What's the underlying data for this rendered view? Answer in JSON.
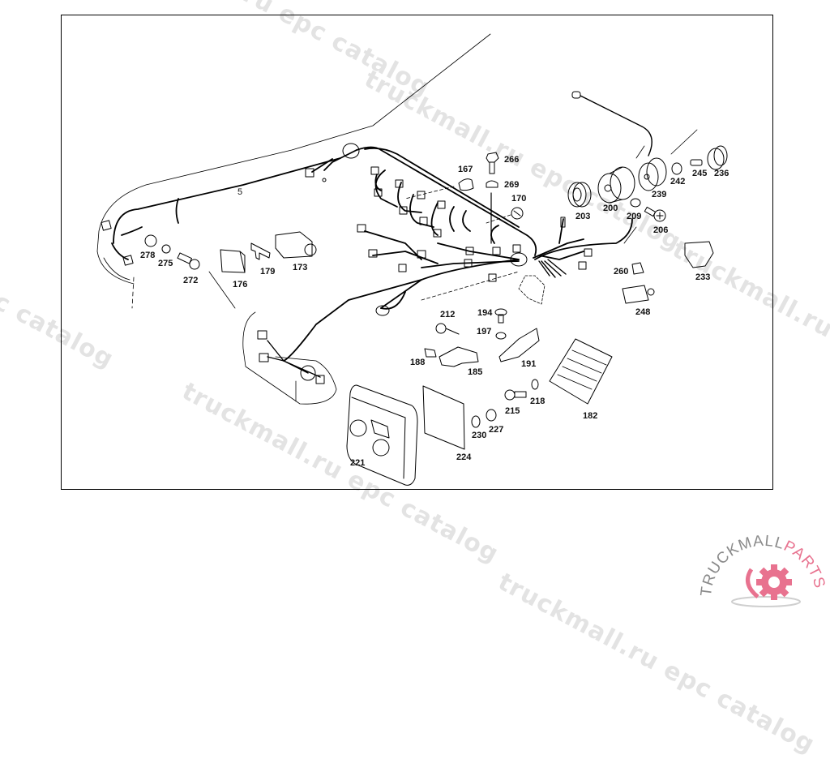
{
  "diagram": {
    "title": "Wiring harness exploded parts diagram",
    "harness_label": "5",
    "parts": [
      {
        "id": "p266",
        "label": "266"
      },
      {
        "id": "p167",
        "label": "167"
      },
      {
        "id": "p269",
        "label": "269"
      },
      {
        "id": "p170",
        "label": "170"
      },
      {
        "id": "p203",
        "label": "203"
      },
      {
        "id": "p200",
        "label": "200"
      },
      {
        "id": "p239",
        "label": "239"
      },
      {
        "id": "p242",
        "label": "242"
      },
      {
        "id": "p245",
        "label": "245"
      },
      {
        "id": "p236",
        "label": "236"
      },
      {
        "id": "p209",
        "label": "209"
      },
      {
        "id": "p206",
        "label": "206"
      },
      {
        "id": "p278",
        "label": "278"
      },
      {
        "id": "p275",
        "label": "275"
      },
      {
        "id": "p272",
        "label": "272"
      },
      {
        "id": "p176",
        "label": "176"
      },
      {
        "id": "p179",
        "label": "179"
      },
      {
        "id": "p173",
        "label": "173"
      },
      {
        "id": "p233",
        "label": "233"
      },
      {
        "id": "p260",
        "label": "260"
      },
      {
        "id": "p248",
        "label": "248"
      },
      {
        "id": "p212",
        "label": "212"
      },
      {
        "id": "p194",
        "label": "194"
      },
      {
        "id": "p197",
        "label": "197"
      },
      {
        "id": "p188",
        "label": "188"
      },
      {
        "id": "p185",
        "label": "185"
      },
      {
        "id": "p191",
        "label": "191"
      },
      {
        "id": "p215",
        "label": "215"
      },
      {
        "id": "p218",
        "label": "218"
      },
      {
        "id": "p182",
        "label": "182"
      },
      {
        "id": "p221",
        "label": "221"
      },
      {
        "id": "p224",
        "label": "224"
      },
      {
        "id": "p230",
        "label": "230"
      },
      {
        "id": "p227",
        "label": "227"
      }
    ]
  },
  "watermarks": [
    "truckmall.ru epc catalog",
    "truckmall.ru epc catalog",
    "truckmall.ru epc catalog",
    "truckmall.ru epc catalog",
    "truckmall.ru epc catalog",
    "truckmall.ru epc catalog"
  ],
  "logo": {
    "text_main": "TRUCKMALL",
    "text_accent": "PARTS",
    "accent_color": "#e8728f",
    "main_color": "#8a8a8a"
  }
}
